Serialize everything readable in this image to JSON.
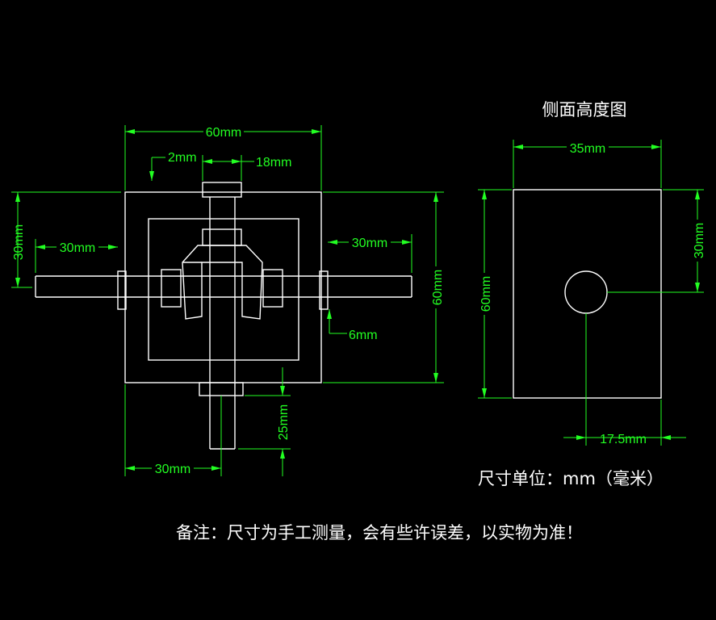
{
  "side_view_title": "侧面高度图",
  "front_view": {
    "dim_width_top": "60mm",
    "dim_offset_top": "2mm",
    "dim_shaft_width_top": "18mm",
    "dim_left_height": "30mm",
    "dim_left_shaft_length": "30mm",
    "dim_right_shaft_length": "30mm",
    "dim_right_height": "60mm",
    "dim_shaft_diameter": "6mm",
    "dim_bottom_shaft_length": "25mm",
    "dim_bottom_offset": "30mm"
  },
  "side_view": {
    "dim_width": "35mm",
    "dim_height": "60mm",
    "dim_right_height": "30mm",
    "dim_hole_offset": "17.5mm"
  },
  "unit_note": "尺寸单位：mm（毫米）",
  "remark": "备注：尺寸为手工测量，会有些许误差，以实物为准！",
  "colors": {
    "background": "#000000",
    "outline": "#ffffff",
    "dimension": "#22ff22"
  }
}
